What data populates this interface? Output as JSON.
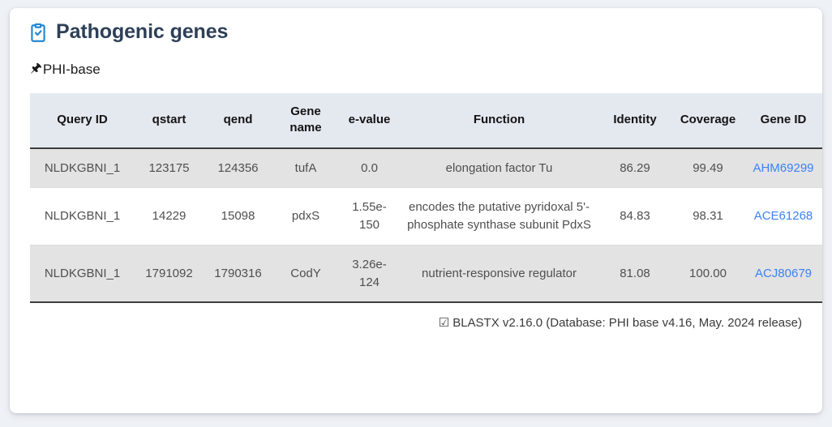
{
  "card": {
    "title": "Pathogenic genes",
    "title_icon": "clipboard-check-icon",
    "title_icon_color": "#2188d4",
    "title_color": "#2e4057",
    "subtitle": "PHI-base",
    "subtitle_icon": "pushpin-icon"
  },
  "table": {
    "columns": [
      "Query ID",
      "qstart",
      "qend",
      "Gene name",
      "e-value",
      "Function",
      "Identity",
      "Coverage",
      "Gene ID"
    ],
    "rows": [
      {
        "query_id": "NLDKGBNI_1",
        "qstart": "123175",
        "qend": "124356",
        "gene_name": "tufA",
        "e_value": "0.0",
        "function": "elongation factor Tu",
        "identity": "86.29",
        "coverage": "99.49",
        "gene_id": "AHM69299"
      },
      {
        "query_id": "NLDKGBNI_1",
        "qstart": "14229",
        "qend": "15098",
        "gene_name": "pdxS",
        "e_value": "1.55e-150",
        "function": "encodes the putative pyridoxal 5'-phosphate synthase subunit PdxS",
        "identity": "84.83",
        "coverage": "98.31",
        "gene_id": "ACE61268"
      },
      {
        "query_id": "NLDKGBNI_1",
        "qstart": "1791092",
        "qend": "1790316",
        "gene_name": "CodY",
        "e_value": "3.26e-124",
        "function": "nutrient-responsive regulator",
        "identity": "81.08",
        "coverage": "100.00",
        "gene_id": "ACJ80679"
      }
    ],
    "link_color": "#3b82f6",
    "header_bg": "#e4e9f0",
    "stripe_bg": "#e3e3e3"
  },
  "footer": {
    "icon": "ballot-box-with-check-icon",
    "text": "BLASTX v2.16.0 (Database: PHI base v4.16, May. 2024 release)"
  }
}
